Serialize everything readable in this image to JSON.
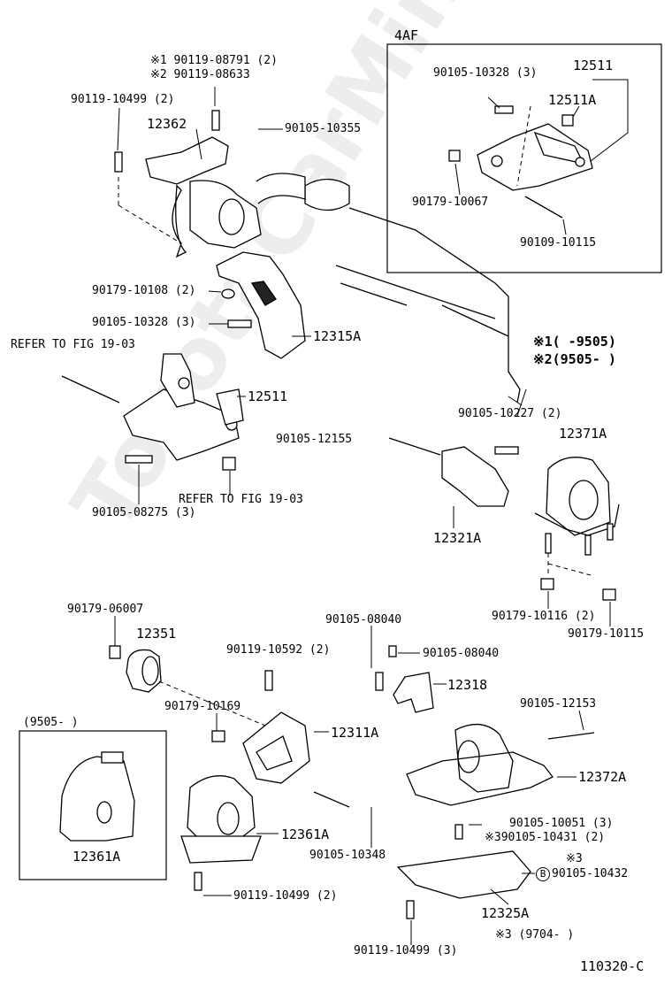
{
  "diagram": {
    "watermark": "ToyotaCarMine.ru",
    "figure_code": "110320-C",
    "inset_4af": {
      "title": "4AF",
      "labels": [
        "90105-10328 (3)",
        "12511",
        "12511A",
        "90179-10067",
        "90109-10115"
      ]
    },
    "inset_9505": {
      "title": "(9505-      )",
      "labels": [
        "12361A"
      ]
    },
    "notes": {
      "note1": "※1(     -9505)",
      "note2": "※2(9505-     )",
      "note3": "※3 (9704-     )"
    },
    "callout_b": "B",
    "labels": {
      "l1a": "※1 90119-08791 (2)",
      "l1b": "※2 90119-08633",
      "l2": "90119-10499 (2)",
      "l3": "12362",
      "l4": "90105-10355",
      "l5": "90179-10108 (2)",
      "l6": "90105-10328 (3)",
      "l7": "12315A",
      "l8": "REFER TO FIG 19-03",
      "l9": "12511",
      "l10": "90105-12155",
      "l11": "90105-10227 (2)",
      "l12": "12371A",
      "l13": "90105-08275 (3)",
      "l14": "REFER TO FIG 19-03",
      "l15": "12321A",
      "l16": "90179-10116 (2)",
      "l17": "90179-10115",
      "l18": "90179-06007",
      "l19": "12351",
      "l20": "90105-08040",
      "l21": "90119-10592 (2)",
      "l22": "90105-08040",
      "l23": "12318",
      "l24": "90179-10169",
      "l25": "12311A",
      "l26": "90105-12153",
      "l27": "12372A",
      "l28": "12361A",
      "l29": "90105-10348",
      "l30": "90105-10051 (3)",
      "l31": "※390105-10431 (2)",
      "l32": "※3",
      "l33": "90105-10432",
      "l34": "90119-10499 (2)",
      "l35": "12325A",
      "l36": "90119-10499 (3)"
    }
  }
}
